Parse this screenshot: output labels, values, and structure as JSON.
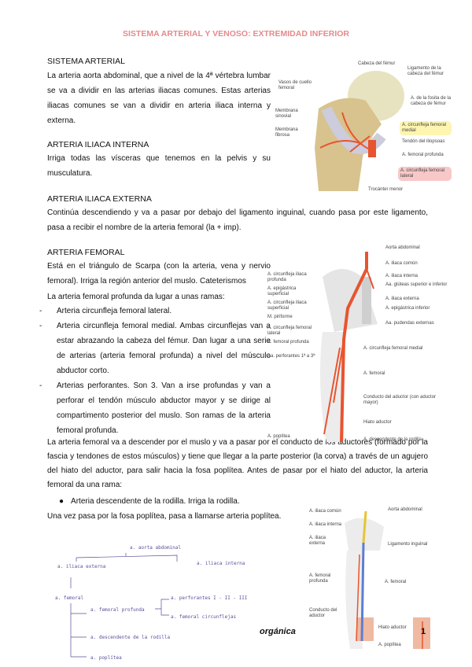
{
  "title": "SISTEMA ARTERIAL Y VENOSO: EXTREMIDAD INFERIOR",
  "sections": [
    {
      "heading": "SISTEMA ARTERIAL",
      "text": "La arteria aorta abdominal, que a nivel de la 4ª vértebra lumbar se va a dividir en las arterias iliacas comunes. Estas arterias iliacas comunes se van a dividir en arteria iliaca interna y externa."
    },
    {
      "heading": "ARTERIA ILIACA INTERNA",
      "text": "Irriga todas las vísceras que tenemos en la pelvis y su musculatura."
    },
    {
      "heading": "ARTERIA ILIACA EXTERNA",
      "text": "Continúa descendiendo y va a pasar por debajo del ligamento inguinal, cuando pasa por este ligamento, pasa a recibir el nombre de la arteria femoral (la + imp)."
    },
    {
      "heading": "ARTERIA FEMORAL",
      "text": "Está en el triángulo de Scarpa (con la arteria, vena y nervio femoral). Irriga la región anterior del muslo. Cateterismos",
      "intro": "La arteria femoral profunda da lugar a unas ramas:",
      "bullets": [
        "Arteria circunfleja femoral lateral.",
        "Arteria circunfleja femoral medial. Ambas circunflejas van a estar abrazando la cabeza del fémur. Dan lugar a una serie de arterias (arteria femoral profunda) a nivel del músculo abductor corto.",
        "Arterias perforantes. Son 3. Van a irse profundas y van a perforar el tendón músculo abductor mayor y se dirige al  compartimento posterior del muslo. Son ramas de la arteria femoral profunda."
      ],
      "after": "La arteria femoral va a descender por el muslo y va a pasar por el conducto de los aductores (formado por la fascia y tendones de estos músculos) y tiene que llegar a la parte posterior (la corva) a través de un agujero del hiato del aductor, para salir hacia la fosa poplítea. Antes de pasar por el hiato del aductor, la arteria femoral da una rama:",
      "dot_bullet": "Arteria descendente de la rodilla. Irriga la rodilla.",
      "closing": "Una vez pasa por la fosa poplítea, pasa a llamarse arteria poplítea."
    }
  ],
  "figure1": {
    "labels": [
      "Cabeza del fémur",
      "Ligamento de la cabeza del fémur",
      "Vasos de cuello femoral",
      "A. de la fosita de la cabeza de fémur",
      "Membrana sinovial",
      "Membrana fibrosa",
      "A. circunfleja femoral medial",
      "Tendón del iliopsoas",
      "A. femoral profunda",
      "A. circunfleja femoral lateral",
      "Trocánter menor"
    ],
    "highlight_medial": "#fdf5b0",
    "highlight_lateral": "#f8c8c8"
  },
  "figure2": {
    "labels": [
      "Aorta abdominal",
      "A. iliaca común",
      "A. iliaca interna",
      "Aa. glúteas superior e inferior",
      "A. iliaca externa",
      "A. epigástrica inferior",
      "Aa. pudendas externas",
      "A. circunfleja femoral medial",
      "A. femoral",
      "Conducto del aductor (con aductor mayor)",
      "Hiato aductor",
      "A. descendente de la rodilla",
      "A. circunfleja iliaca profunda",
      "A. epigástrica superficial",
      "A. circunfleja iliaca superficial",
      "M. piriforme",
      "A. circunfleja femoral lateral",
      "A. femoral profunda",
      "Aa. perforantes 1ª a 3ª",
      "A. poplítea"
    ]
  },
  "figure3": {
    "labels": [
      "A. iliaca común",
      "A. iliaca interna",
      "A. iliaca externa",
      "Aorta abdominal",
      "Ligamento inguinal",
      "A. femoral profunda",
      "A. femoral",
      "Conducto del aductor",
      "Hiato aductor",
      "A. poplítea"
    ]
  },
  "handwritten": {
    "root": "a. aorta abdominal",
    "left": "a. iliaca externa",
    "right": "a. iliaca interna",
    "femoral": "a. femoral",
    "profunda": "a. femoral profunda",
    "perforantes": "a. perforantes I - II - III",
    "circunflejas": "a. femoral circunflejas",
    "descendente": "a. descendente de la rodilla",
    "poplitea": "a. poplítea"
  },
  "footer": {
    "text": "orgánica",
    "page": "1"
  },
  "colors": {
    "title": "#e58a8c",
    "artery": "#e8542f",
    "vein": "#5b7fd1",
    "nerve": "#e8c430",
    "bone": "#e9e2c8"
  }
}
